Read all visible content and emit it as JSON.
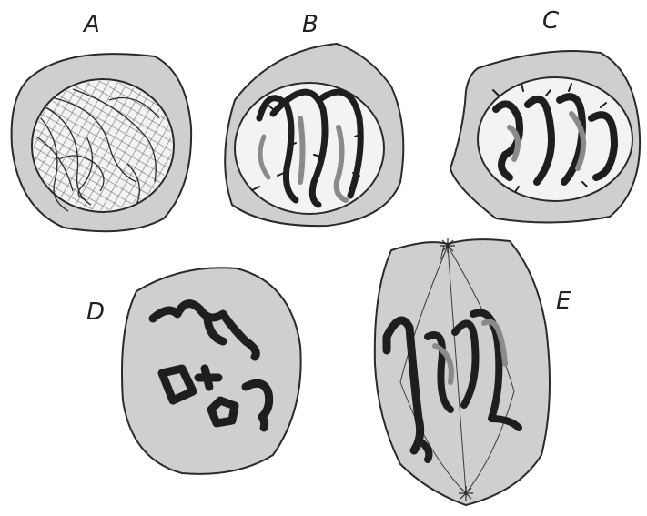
{
  "panels": [
    {
      "id": "A",
      "label": "A"
    },
    {
      "id": "B",
      "label": "B"
    },
    {
      "id": "C",
      "label": "C"
    },
    {
      "id": "D",
      "label": "D"
    },
    {
      "id": "E",
      "label": "E"
    }
  ],
  "colors": {
    "cytoplasm": "#cfcfcf",
    "outline": "#2a2a2a",
    "nucleus": "#f3f3f3",
    "chromatin": "#1e1e1e",
    "chromatin_light": "#8a8a8a",
    "background": "#ffffff"
  }
}
